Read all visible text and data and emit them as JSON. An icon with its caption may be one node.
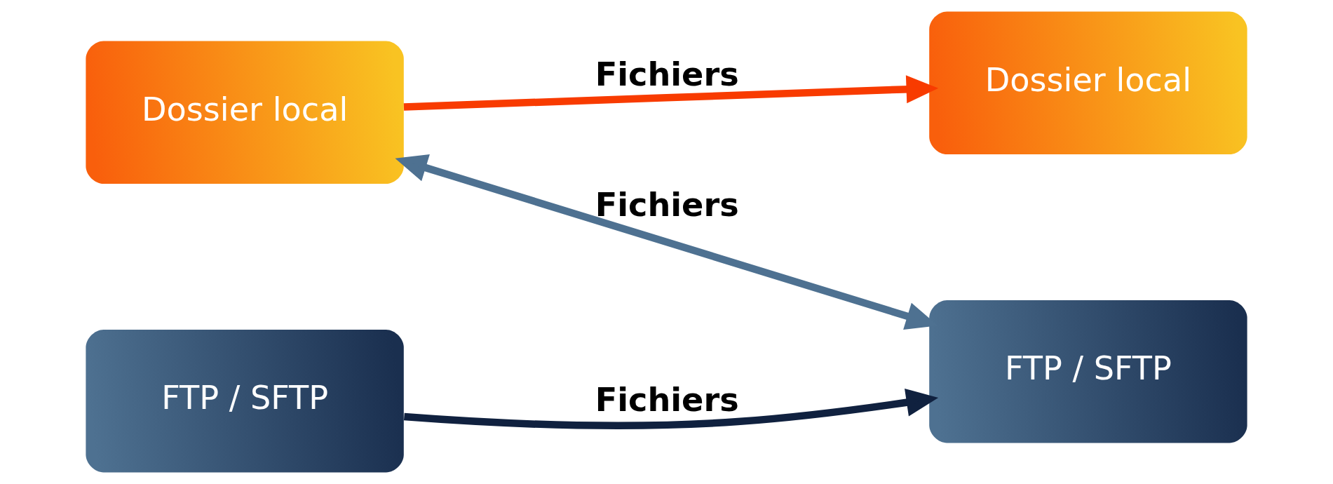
{
  "diagram": {
    "nodes": [
      {
        "text": [
          "Dossier local"
        ]
      },
      {
        "text": [
          "Dossier local"
        ]
      },
      {
        "text": [
          "FTP / SFTP"
        ]
      },
      {
        "text": [
          "FTP / SFTP"
        ]
      }
    ],
    "edges": [
      {
        "from": 0,
        "to": 1,
        "arrow": "to",
        "label": "Fichiers",
        "color": "#f83b00"
      },
      {
        "from": 0,
        "to": 3,
        "arrow": "both",
        "label": "Fichiers",
        "color": "#4e7191"
      },
      {
        "from": 2,
        "to": 3,
        "arrow": "to",
        "label": "Fichiers",
        "color": "#10213f"
      }
    ]
  }
}
